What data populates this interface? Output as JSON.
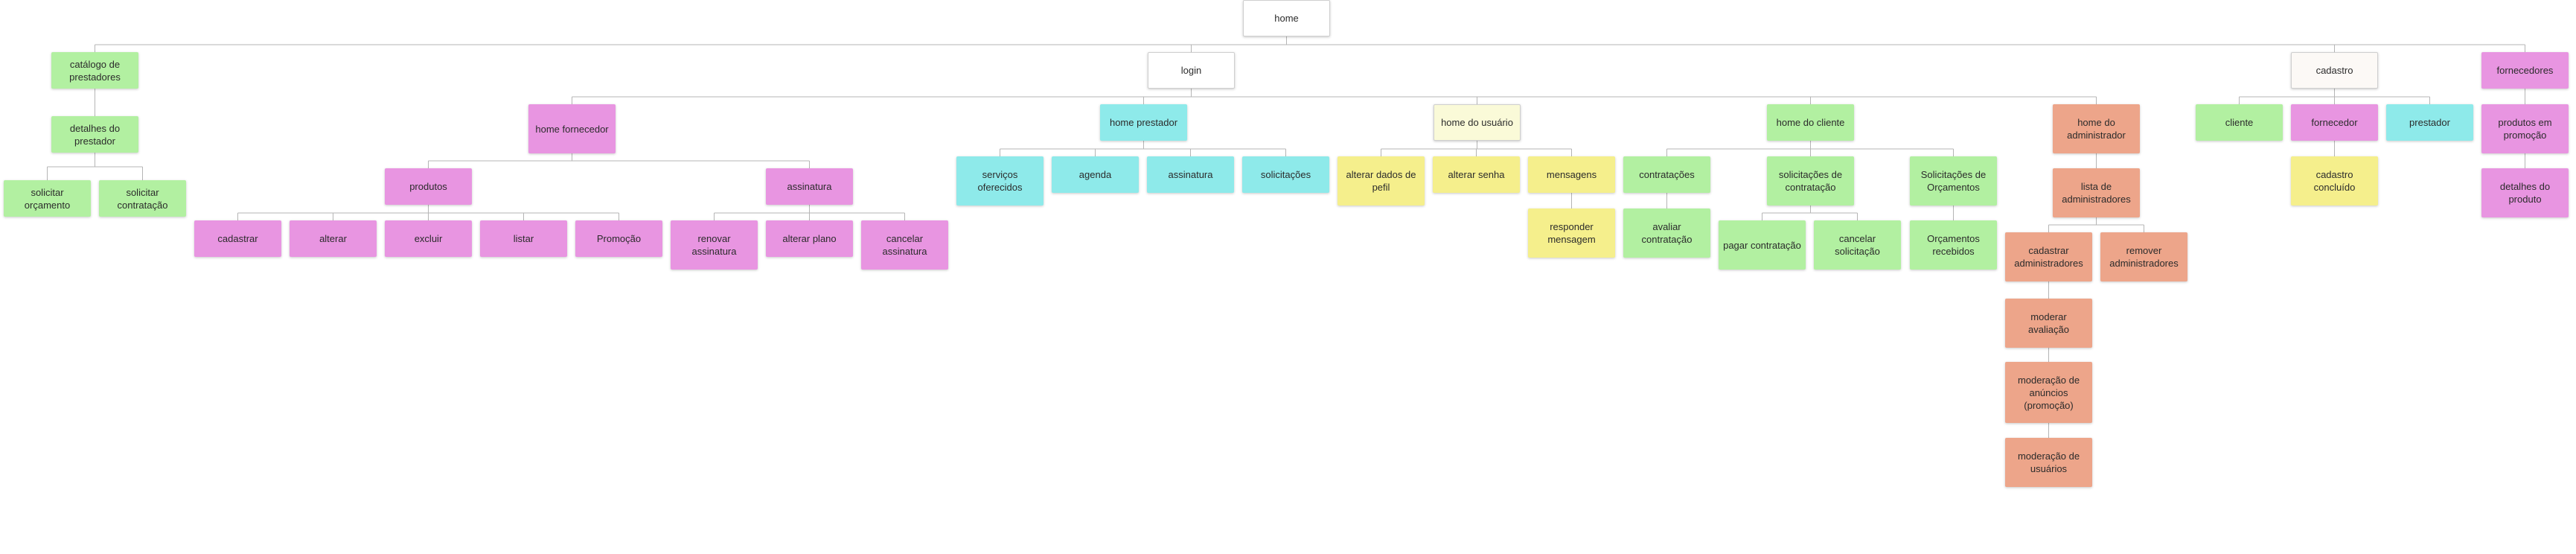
{
  "colors": {
    "white": "#ffffff",
    "green": "#b2f0a1",
    "pink": "#e895e1",
    "cyan": "#8eeaea",
    "yellow": "#f5ef8c",
    "light_yellow": "#fafad8",
    "salmon": "#eda58a",
    "off_white": "#fcf9f6",
    "connector": "#b5b5b5",
    "border": "#cfcfcf"
  },
  "nodes": {
    "home": {
      "label": "home",
      "color": "white"
    },
    "catalogo": {
      "label": "catálogo de prestadores",
      "color": "green"
    },
    "detalhes_prestador": {
      "label": "detalhes do prestador",
      "color": "green"
    },
    "solicitar_orcamento": {
      "label": "solicitar orçamento",
      "color": "green"
    },
    "solicitar_contratacao": {
      "label": "solicitar contratação",
      "color": "green"
    },
    "login": {
      "label": "login",
      "color": "white"
    },
    "home_fornecedor": {
      "label": "home fornecedor",
      "color": "pink"
    },
    "produtos": {
      "label": "produtos",
      "color": "pink"
    },
    "cadastrar": {
      "label": "cadastrar",
      "color": "pink"
    },
    "alterar": {
      "label": "alterar",
      "color": "pink"
    },
    "excluir": {
      "label": "excluir",
      "color": "pink"
    },
    "listar": {
      "label": "listar",
      "color": "pink"
    },
    "promocao": {
      "label": "Promoção",
      "color": "pink"
    },
    "assinatura_forn": {
      "label": "assinatura",
      "color": "pink"
    },
    "renovar_assinatura": {
      "label": "renovar assinatura",
      "color": "pink"
    },
    "alterar_plano": {
      "label": "alterar plano",
      "color": "pink"
    },
    "cancelar_assinatura": {
      "label": "cancelar assinatura",
      "color": "pink"
    },
    "home_prestador": {
      "label": "home prestador",
      "color": "cyan"
    },
    "servicos_oferecidos": {
      "label": "serviços oferecidos",
      "color": "cyan"
    },
    "agenda": {
      "label": "agenda",
      "color": "cyan"
    },
    "assinatura_prest": {
      "label": "assinatura",
      "color": "cyan"
    },
    "solicitacoes": {
      "label": "solicitações",
      "color": "cyan"
    },
    "home_usuario": {
      "label": "home do usuário",
      "color": "light_yellow"
    },
    "alterar_dados_perfil": {
      "label": "alterar dados de pefil",
      "color": "yellow"
    },
    "alterar_senha": {
      "label": "alterar senha",
      "color": "yellow"
    },
    "mensagens": {
      "label": "mensagens",
      "color": "yellow"
    },
    "responder_mensagem": {
      "label": "responder mensagem",
      "color": "yellow"
    },
    "home_cliente": {
      "label": "home do cliente",
      "color": "green"
    },
    "contratacoes": {
      "label": "contratações",
      "color": "green"
    },
    "avaliar_contratacao": {
      "label": "avaliar contratação",
      "color": "green"
    },
    "solicitacoes_contratacao": {
      "label": "solicitações de contratação",
      "color": "green"
    },
    "pagar_contratacao": {
      "label": "pagar contratação",
      "color": "green"
    },
    "cancelar_solicitacao": {
      "label": "cancelar solicitação",
      "color": "green"
    },
    "solicitacoes_orcamentos": {
      "label": "Solicitações de Orçamentos",
      "color": "green"
    },
    "orcamentos_recebidos": {
      "label": "Orçamentos recebidos",
      "color": "green"
    },
    "home_administrador": {
      "label": "home do administrador",
      "color": "salmon"
    },
    "lista_administradores": {
      "label": "lista de administradores",
      "color": "salmon"
    },
    "cadastrar_administradores": {
      "label": "cadastrar administradores",
      "color": "salmon"
    },
    "moderar_avaliacao": {
      "label": "moderar avaliação",
      "color": "salmon"
    },
    "moderacao_anuncios": {
      "label": "moderação de anúncios (promoção)",
      "color": "salmon"
    },
    "moderacao_usuarios": {
      "label": "moderação de usuários",
      "color": "salmon"
    },
    "remover_administradores": {
      "label": "remover administradores",
      "color": "salmon"
    },
    "cadastro": {
      "label": "cadastro",
      "color": "off_white"
    },
    "cliente": {
      "label": "cliente",
      "color": "green"
    },
    "fornecedor": {
      "label": "fornecedor",
      "color": "pink"
    },
    "cadastro_concluido": {
      "label": "cadastro concluído",
      "color": "yellow"
    },
    "prestador": {
      "label": "prestador",
      "color": "cyan"
    },
    "fornecedores": {
      "label": "fornecedores",
      "color": "pink"
    },
    "produtos_promocao": {
      "label": "produtos em promoção",
      "color": "pink"
    },
    "detalhes_produto": {
      "label": "detalhes do produto",
      "color": "pink"
    }
  }
}
